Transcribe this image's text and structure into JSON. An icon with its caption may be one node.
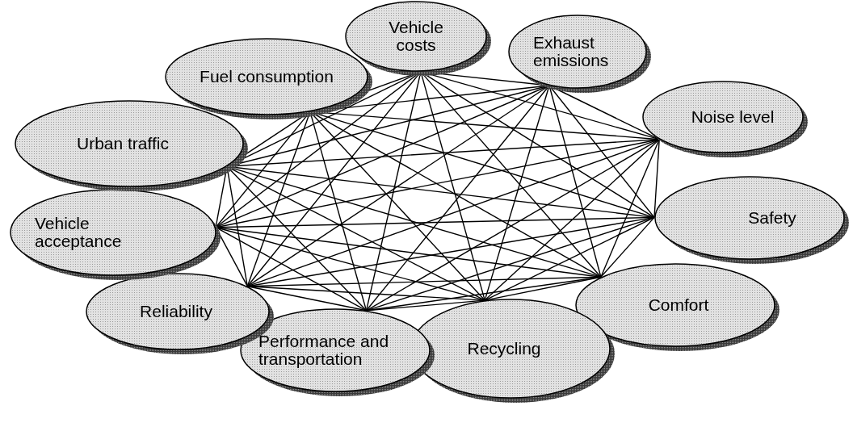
{
  "diagram": {
    "nodes": [
      {
        "text": [
          "Vehicle costs"
        ]
      },
      {
        "text": [
          "Exhaust emissions"
        ]
      },
      {
        "text": [
          "Noise level"
        ]
      },
      {
        "text": [
          "Safety"
        ]
      },
      {
        "text": [
          "Comfort"
        ]
      },
      {
        "text": [
          "Recycling"
        ]
      },
      {
        "text": [
          "Performance and transportation"
        ]
      },
      {
        "text": [
          "Reliability"
        ]
      },
      {
        "text": [
          "Vehicle acceptance"
        ]
      },
      {
        "text": [
          "Urban traffic"
        ]
      },
      {
        "text": [
          "Fuel consumption"
        ]
      }
    ],
    "edges": [
      {
        "from": 0,
        "to": 1,
        "arrow": "none"
      },
      {
        "from": 0,
        "to": 2,
        "arrow": "none"
      },
      {
        "from": 0,
        "to": 3,
        "arrow": "none"
      },
      {
        "from": 0,
        "to": 4,
        "arrow": "none"
      },
      {
        "from": 0,
        "to": 5,
        "arrow": "none"
      },
      {
        "from": 0,
        "to": 6,
        "arrow": "none"
      },
      {
        "from": 0,
        "to": 7,
        "arrow": "none"
      },
      {
        "from": 0,
        "to": 8,
        "arrow": "none"
      },
      {
        "from": 0,
        "to": 9,
        "arrow": "none"
      },
      {
        "from": 0,
        "to": 10,
        "arrow": "none"
      },
      {
        "from": 1,
        "to": 2,
        "arrow": "none"
      },
      {
        "from": 1,
        "to": 3,
        "arrow": "none"
      },
      {
        "from": 1,
        "to": 4,
        "arrow": "none"
      },
      {
        "from": 1,
        "to": 5,
        "arrow": "none"
      },
      {
        "from": 1,
        "to": 6,
        "arrow": "none"
      },
      {
        "from": 1,
        "to": 7,
        "arrow": "none"
      },
      {
        "from": 1,
        "to": 8,
        "arrow": "none"
      },
      {
        "from": 1,
        "to": 9,
        "arrow": "none"
      },
      {
        "from": 1,
        "to": 10,
        "arrow": "none"
      },
      {
        "from": 2,
        "to": 3,
        "arrow": "none"
      },
      {
        "from": 2,
        "to": 4,
        "arrow": "none"
      },
      {
        "from": 2,
        "to": 5,
        "arrow": "none"
      },
      {
        "from": 2,
        "to": 6,
        "arrow": "none"
      },
      {
        "from": 2,
        "to": 7,
        "arrow": "none"
      },
      {
        "from": 2,
        "to": 8,
        "arrow": "none"
      },
      {
        "from": 2,
        "to": 9,
        "arrow": "none"
      },
      {
        "from": 2,
        "to": 10,
        "arrow": "none"
      },
      {
        "from": 3,
        "to": 4,
        "arrow": "none"
      },
      {
        "from": 3,
        "to": 5,
        "arrow": "none"
      },
      {
        "from": 3,
        "to": 6,
        "arrow": "none"
      },
      {
        "from": 3,
        "to": 7,
        "arrow": "none"
      },
      {
        "from": 3,
        "to": 8,
        "arrow": "none"
      },
      {
        "from": 3,
        "to": 9,
        "arrow": "none"
      },
      {
        "from": 3,
        "to": 10,
        "arrow": "none"
      },
      {
        "from": 4,
        "to": 5,
        "arrow": "none"
      },
      {
        "from": 4,
        "to": 6,
        "arrow": "none"
      },
      {
        "from": 4,
        "to": 7,
        "arrow": "none"
      },
      {
        "from": 4,
        "to": 8,
        "arrow": "none"
      },
      {
        "from": 4,
        "to": 9,
        "arrow": "none"
      },
      {
        "from": 4,
        "to": 10,
        "arrow": "none"
      },
      {
        "from": 5,
        "to": 6,
        "arrow": "none"
      },
      {
        "from": 5,
        "to": 7,
        "arrow": "none"
      },
      {
        "from": 5,
        "to": 8,
        "arrow": "none"
      },
      {
        "from": 5,
        "to": 9,
        "arrow": "none"
      },
      {
        "from": 5,
        "to": 10,
        "arrow": "none"
      },
      {
        "from": 6,
        "to": 7,
        "arrow": "none"
      },
      {
        "from": 6,
        "to": 8,
        "arrow": "none"
      },
      {
        "from": 6,
        "to": 9,
        "arrow": "none"
      },
      {
        "from": 6,
        "to": 10,
        "arrow": "none"
      },
      {
        "from": 7,
        "to": 8,
        "arrow": "none"
      },
      {
        "from": 7,
        "to": 9,
        "arrow": "none"
      },
      {
        "from": 7,
        "to": 10,
        "arrow": "none"
      },
      {
        "from": 8,
        "to": 9,
        "arrow": "none"
      },
      {
        "from": 8,
        "to": 10,
        "arrow": "none"
      },
      {
        "from": 9,
        "to": 10,
        "arrow": "none"
      }
    ]
  }
}
